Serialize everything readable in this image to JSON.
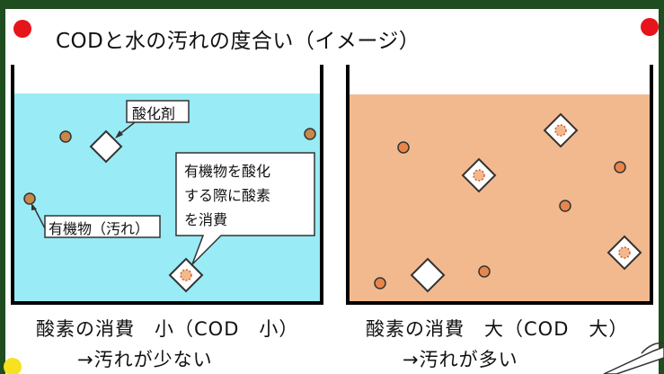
{
  "title": "CODと水の汚れの度合い（イメージ）",
  "left_beaker": {
    "oxidant_label": "酸化剤",
    "organic_label": "有機物（汚れ）",
    "callout_lines": [
      "有機物を酸化",
      "する際に酸素",
      "を消費"
    ],
    "caption_line1": "酸素の消費　小（COD　小）",
    "caption_line2": "→汚れが少ない",
    "water_color": "#99ebf5"
  },
  "right_beaker": {
    "caption_line1": "酸素の消費　大（COD　大）",
    "caption_line2": "→汚れが多い",
    "water_color": "#f2b98f"
  },
  "colors": {
    "background": "#1f4d1f",
    "marker_red": "#e8141b",
    "marker_yellow": "#f6e21f",
    "organic_fill": "#c8884a",
    "organic_fill_dirty": "#e8854a"
  },
  "icons": [
    "oxidant-diamond",
    "organic-particle",
    "reacting-diamond"
  ]
}
